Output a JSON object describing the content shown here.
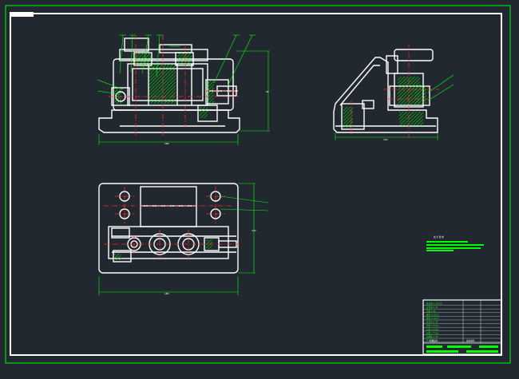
{
  "colors": {
    "background": "#212830",
    "outline": "#ffffff",
    "frame": "#00ff00",
    "centerline": "#ff2a2a",
    "hatch": "#00ff00",
    "dimension": "#00ff00"
  },
  "labels": {
    "front_width": "180",
    "top_width": "180",
    "side_width": "126",
    "front_height": "96",
    "top_height": "110"
  },
  "notes": {
    "heading": "技 术 要 求"
  },
  "title_block": {
    "rows": [
      "夹具体  1  HT200",
      "定位块  2  45",
      "压板  2  45",
      "螺母  4  Q235",
      "螺栓  4  Q235",
      "支承钉  6  T8",
      "垫圈  4  65Mn",
      "衬套  2  T10A",
      "钻套  2  T10A",
      "钻模板  1  45",
      "销  2  35"
    ],
    "name": "钻床夹具",
    "school": "机械设计"
  }
}
